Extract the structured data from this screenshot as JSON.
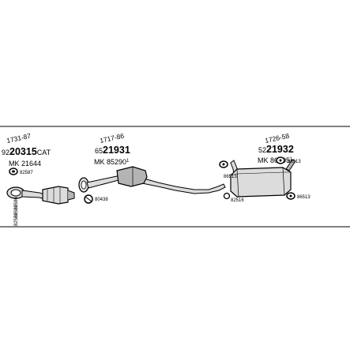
{
  "colors": {
    "ink": "#000000",
    "fill_light": "#dcdcdc",
    "fill_mid": "#b4b4b4",
    "background": "#ffffff"
  },
  "assemblies": [
    {
      "id": "front",
      "ref": "1731-87",
      "code_prefix": "92",
      "code_main": "20315",
      "code_suffix": "CAT",
      "mk": "MK 21644"
    },
    {
      "id": "middle",
      "ref": "1717-86",
      "code_prefix": "65",
      "code_main": "21931",
      "code_suffix": "",
      "mk": "MK 85290",
      "mk_note": "1"
    },
    {
      "id": "rear",
      "ref": "1726-58",
      "code_prefix": "52",
      "code_main": "21932",
      "code_suffix": "",
      "mk": "MK 86405",
      "mk_note": "1"
    }
  ],
  "part_labels": {
    "p82587": "82587",
    "p80438": "80438",
    "p82516": "82516",
    "p86513_a": "86513",
    "p86513_b": "86513",
    "p86513_c": "86513",
    "vertical": [
      "82586",
      "82586",
      "82586"
    ]
  },
  "icons": [
    "gasket-ring-icon",
    "clamp-icon",
    "rubber-hanger-icon"
  ]
}
